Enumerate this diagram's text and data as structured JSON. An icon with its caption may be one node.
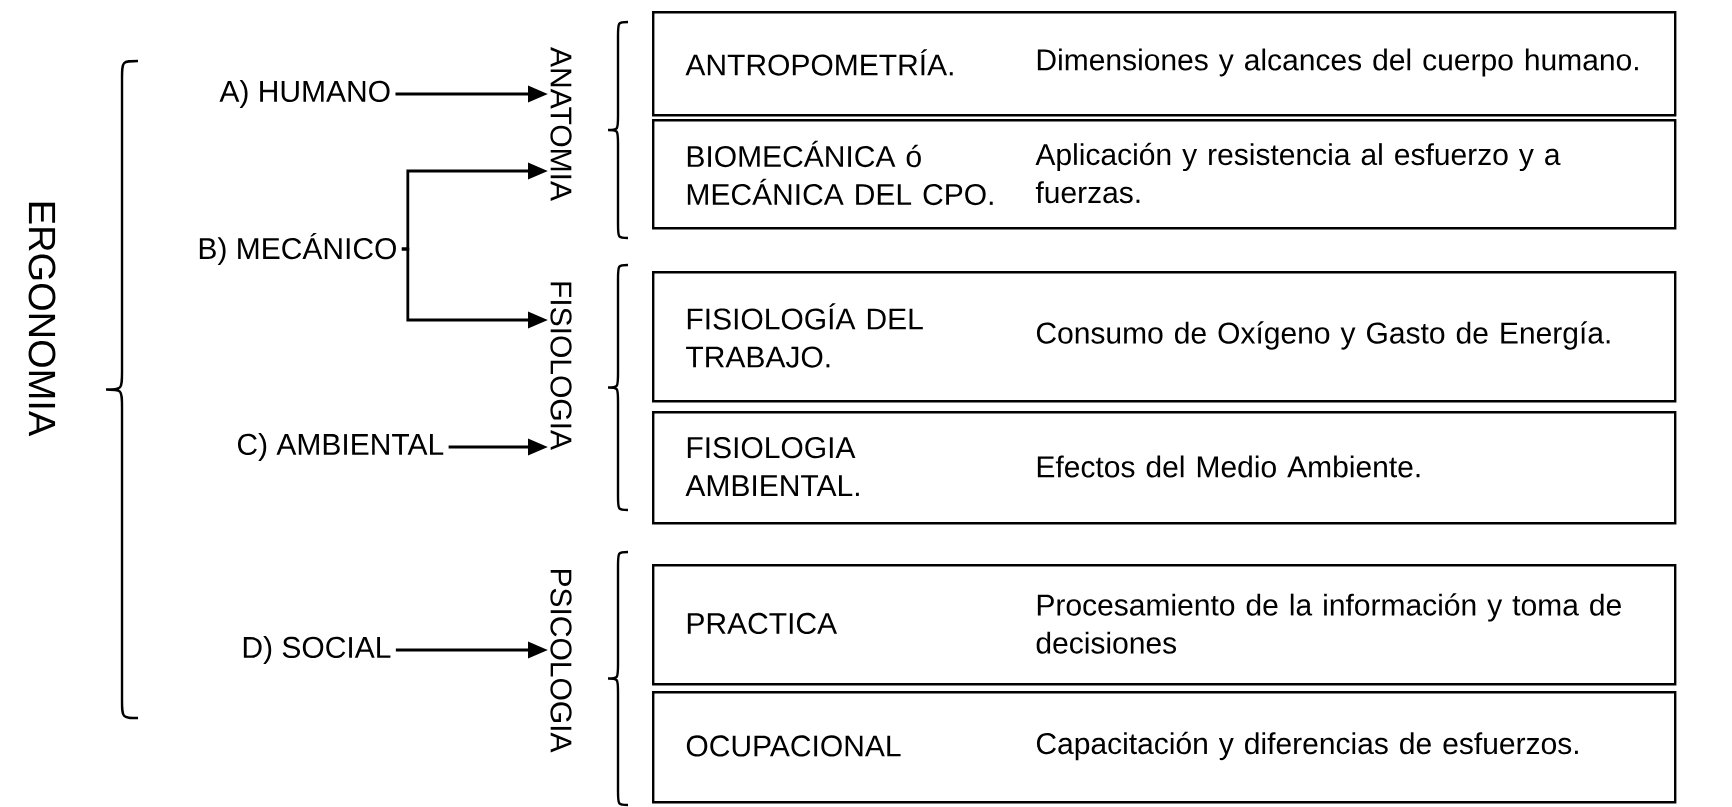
{
  "diagram": {
    "nodes": [
      {
        "text": [
          "A) HUMANO"
        ]
      },
      {
        "text": [
          "B) MECÁNICO"
        ]
      },
      {
        "text": [
          "C) AMBIENTAL"
        ]
      },
      {
        "text": [
          "D) SOCIAL"
        ]
      },
      {
        "text": [
          "ANATOMIA"
        ]
      },
      {
        "text": [
          "FISIOLOGIA"
        ]
      },
      {
        "text": [
          "PSICOLOGIA"
        ]
      },
      {
        "text": [
          "ANTROPOMETRÍA.",
          "Dimensiones y alcances del cuerpo humano."
        ]
      },
      {
        "text": [
          "BIOMECÁNICA ó MECÁNICA DEL CPO.",
          "Aplicación y resistencia al esfuerzo y a fuerzas."
        ]
      },
      {
        "text": [
          "FISIOLOGÍA DEL TRABAJO.",
          "Consumo de Oxígeno y Gasto de Energía."
        ]
      },
      {
        "text": [
          "FISIOLOGIA AMBIENTAL.",
          "Efectos del Medio Ambiente."
        ]
      },
      {
        "text": [
          "PRACTICA",
          "Procesamiento de la información y toma de decisiones"
        ]
      },
      {
        "text": [
          "OCUPACIONAL",
          "Capacitación y diferencias de esfuerzos."
        ]
      }
    ],
    "edges": [
      {
        "from": 0,
        "to": 4,
        "arrow": "to"
      },
      {
        "from": 1,
        "to": 4,
        "arrow": "to"
      },
      {
        "from": 1,
        "to": 5,
        "arrow": "to"
      },
      {
        "from": 2,
        "to": 5,
        "arrow": "to"
      },
      {
        "from": 3,
        "to": 6,
        "arrow": "to"
      }
    ],
    "labels": [
      "ERGONOMIA"
    ]
  }
}
